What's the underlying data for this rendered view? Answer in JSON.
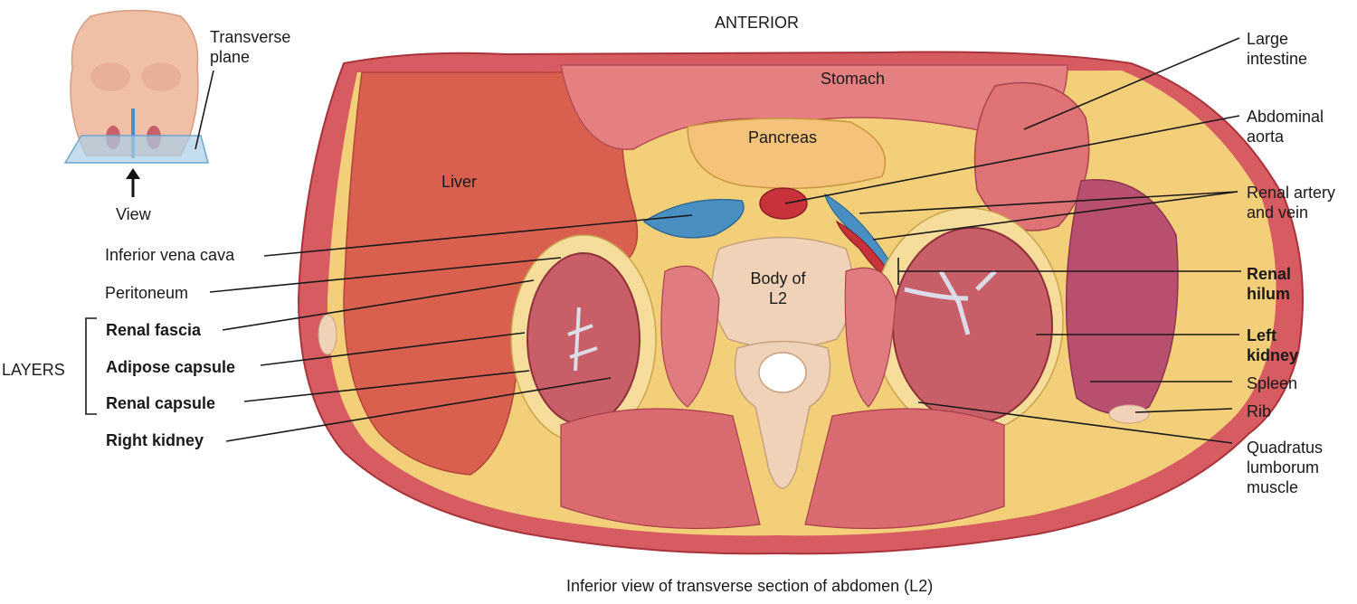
{
  "header": {
    "orientation": "ANTERIOR"
  },
  "caption": "Inferior view of transverse section of abdomen (L2)",
  "inset": {
    "plane_label": "Transverse\nplane",
    "view_label": "View"
  },
  "organs": {
    "stomach": "Stomach",
    "pancreas": "Pancreas",
    "liver": "Liver",
    "vertebra": "Body of\nL2"
  },
  "left_labels": {
    "ivc": "Inferior vena cava",
    "peritoneum": "Peritoneum",
    "renal_fascia": "Renal fascia",
    "adipose_capsule": "Adipose capsule",
    "renal_capsule": "Renal capsule",
    "right_kidney": "Right kidney",
    "layers": "LAYERS"
  },
  "right_labels": {
    "large_intestine": "Large\nintestine",
    "aorta": "Abdominal\naorta",
    "renal_artery_vein": "Renal artery\nand vein",
    "renal_hilum": "Renal\nhilum",
    "left_kidney": "Left\nkidney",
    "spleen": "Spleen",
    "rib": "Rib",
    "quadratus": "Quadratus\nlumborum\nmuscle"
  },
  "colors": {
    "muscle": "#c9505a",
    "muscle_light": "#e07b80",
    "liver": "#d9604f",
    "fat": "#f3cf7a",
    "bone": "#f0d2b8",
    "vein": "#4a8fc2",
    "artery": "#c8323a",
    "kidney": "#c85e68",
    "skin": "#efc0a6"
  }
}
